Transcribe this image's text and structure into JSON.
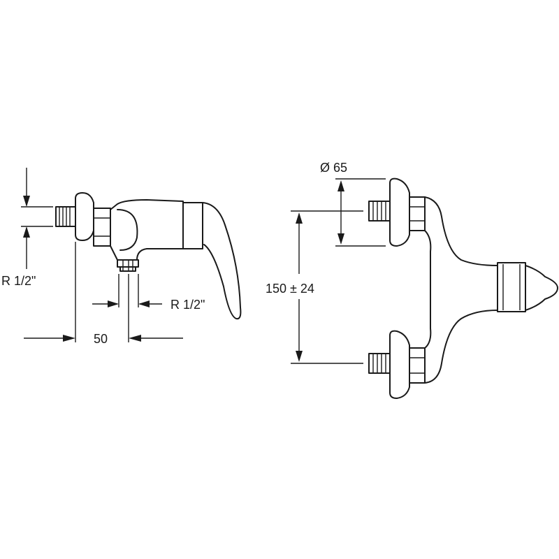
{
  "side_view": {
    "label_thread_inlet": "R 1/2\"",
    "label_thread_outlet": "R 1/2\"",
    "label_offset": "50"
  },
  "front_view": {
    "label_diameter": "Ø 65",
    "label_spacing": "150 ± 24"
  }
}
